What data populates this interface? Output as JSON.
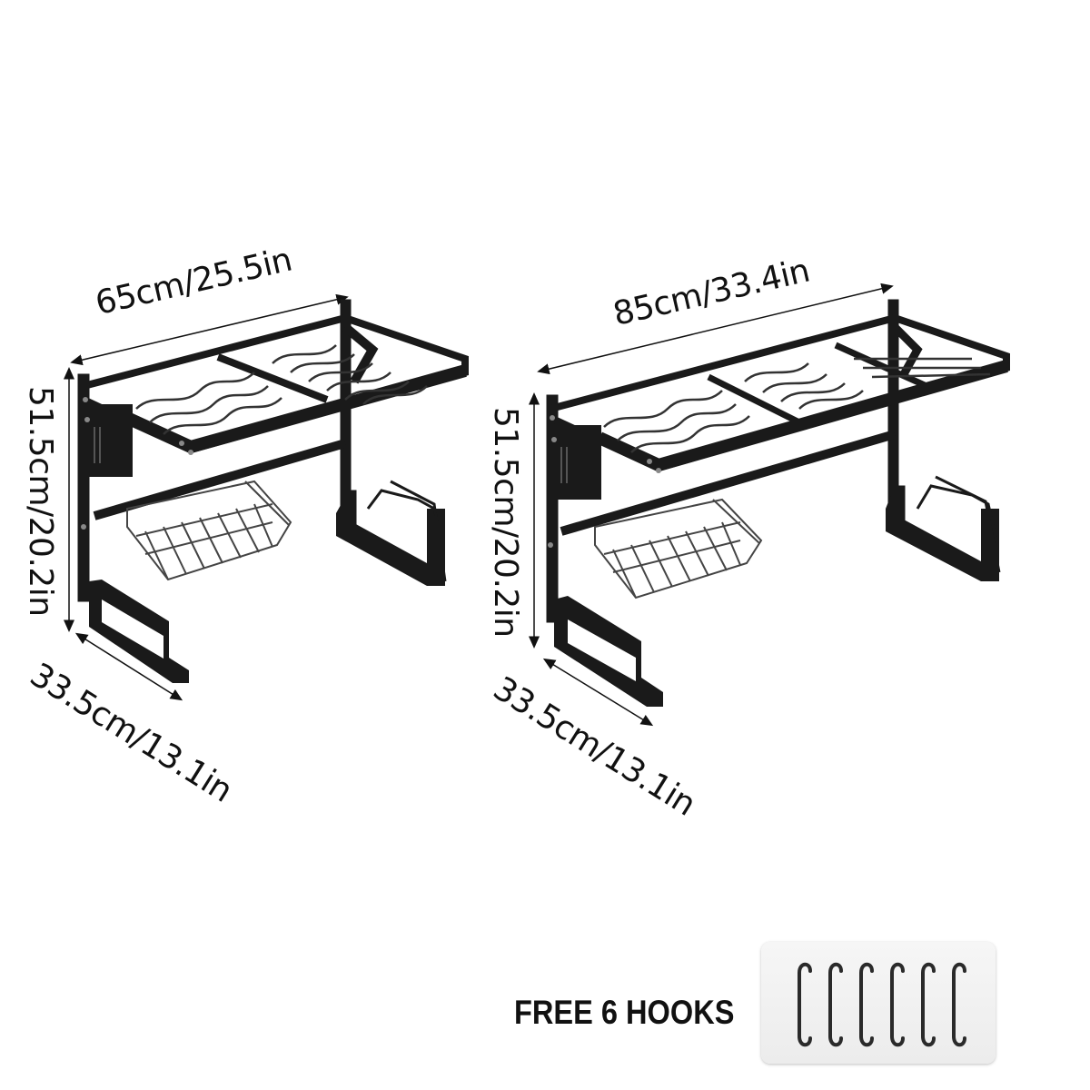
{
  "product_left": {
    "length_label": "65cm/25.5in",
    "height_label": "51.5cm/20.2in",
    "depth_label": "33.5cm/13.1in"
  },
  "product_right": {
    "length_label": "85cm/33.4in",
    "height_label": "51.5cm/20.2in",
    "depth_label": "33.5cm/13.1in"
  },
  "bonus": {
    "caption": "FREE 6 HOOKS",
    "hook_count": 6,
    "icon": "hook-icon"
  },
  "colors": {
    "background": "#ffffff",
    "rack_metal": "#1a1a1a",
    "text": "#111111"
  }
}
